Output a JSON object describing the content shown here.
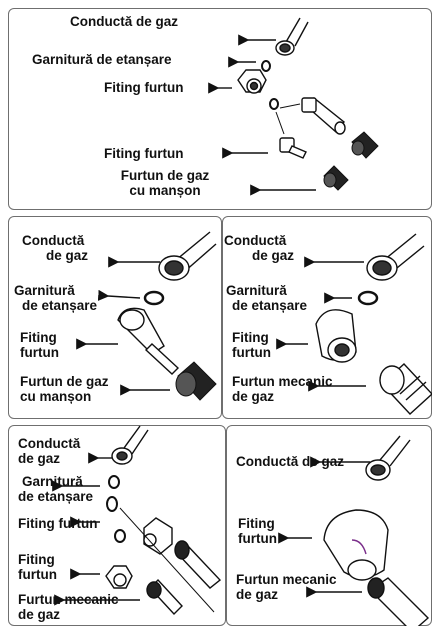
{
  "panel_top": {
    "gas_pipe": "Conductă de gaz",
    "gasket": "Garnitură de etanșare",
    "hose_fitting_1": "Fiting furtun",
    "hose_fitting_2": "Fiting furtun",
    "gas_hose_sleeve": [
      "Furtun de gaz",
      "cu manșon"
    ]
  },
  "panel_mid_left": {
    "gas_pipe": [
      "Conductă",
      "de gaz"
    ],
    "gasket": [
      "Garnitură",
      "de  etanșare"
    ],
    "hose_fitting": [
      "Fiting",
      "furtun"
    ],
    "gas_hose_sleeve": [
      "Furtun de gaz",
      "cu manșon"
    ]
  },
  "panel_mid_right": {
    "gas_pipe": [
      "Conductă",
      "de gaz"
    ],
    "gasket": [
      "Garnitură",
      "de etanșare"
    ],
    "hose_fitting": [
      "Fiting",
      "furtun"
    ],
    "mechanical_hose": [
      "Furtun mecanic",
      "de gaz"
    ]
  },
  "panel_bottom_left": {
    "gas_pipe": [
      "Conductă",
      "de gaz"
    ],
    "gasket": [
      "Garnitură",
      "de etanșare"
    ],
    "hose_fitting_1": "Fiting furtun",
    "hose_fitting_2": [
      "Fiting",
      "furtun"
    ],
    "mechanical_hose": [
      "Furtun mecanic",
      "de gaz"
    ]
  },
  "panel_bottom_right": {
    "gas_pipe": "Conductă de gaz",
    "hose_fitting": [
      "Fiting",
      "furtun"
    ],
    "mechanical_hose": [
      "Furtun mecanic",
      "de gaz"
    ]
  }
}
